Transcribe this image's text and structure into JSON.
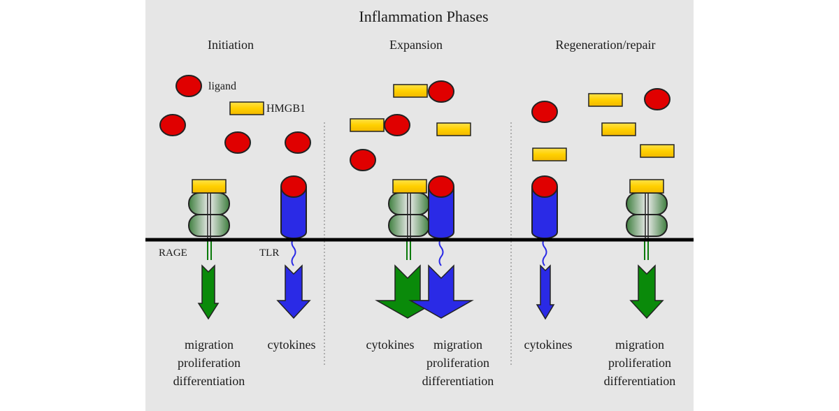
{
  "title": "Inflammation Phases",
  "phases": [
    {
      "label": "Initiation",
      "outputs": [
        "migration proliferation differentiation",
        "cytokines"
      ]
    },
    {
      "label": "Expansion",
      "outputs": [
        "cytokines",
        "migration proliferation differentiation"
      ]
    },
    {
      "label": "Regeneration/repair",
      "outputs": [
        "cytokines",
        "migration proliferation differentiation"
      ]
    }
  ],
  "legend": {
    "ligand": "ligand",
    "hmgb1": "HMGB1"
  },
  "receptors": {
    "rage": "RAGE",
    "tlr": "TLR"
  },
  "outputs": {
    "migration": "migration",
    "proliferation": "proliferation",
    "differentiation": "differentiation",
    "cytokines": "cytokines"
  },
  "colors": {
    "background": "#e6e6e6",
    "ligand": "#e00000",
    "hmgb1": "#ffd700",
    "rage": "#3c8a3c",
    "tlr": "#2a2ae6",
    "arrow_green": "#0a8a0a",
    "arrow_blue": "#2a2ae6",
    "membrane": "#000000"
  }
}
